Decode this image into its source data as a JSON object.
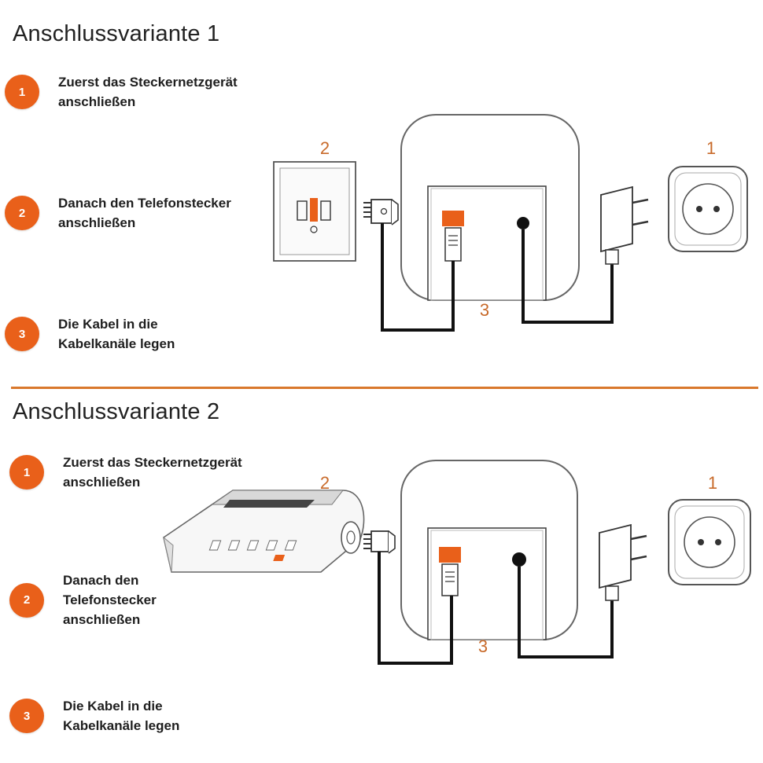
{
  "variant1": {
    "title": "Anschlussvariante 1",
    "steps": [
      {
        "number": "1",
        "text": "Zuerst das Steckernetzgerät\nanschließen"
      },
      {
        "number": "2",
        "text": "Danach den Telefonstecker\nanschließen"
      },
      {
        "number": "3",
        "text": "Die Kabel in die\nKabelkanäle legen"
      }
    ],
    "labels": {
      "socket": "1",
      "wall_jack": "2",
      "cables": "3"
    }
  },
  "variant2": {
    "title": "Anschlussvariante 2",
    "steps": [
      {
        "number": "1",
        "text": "Zuerst das Steckernetzgerät\nanschließen"
      },
      {
        "number": "2",
        "text": "Danach den\nTelefonstecker\nanschließen"
      },
      {
        "number": "3",
        "text": "Die Kabel in die\nKabelkanäle legen"
      }
    ],
    "labels": {
      "socket": "1",
      "router": "2",
      "cables": "3"
    }
  },
  "colors": {
    "accent": "#e9601a",
    "divider": "#d9782c",
    "cable": "#111111",
    "outline": "#555555"
  }
}
